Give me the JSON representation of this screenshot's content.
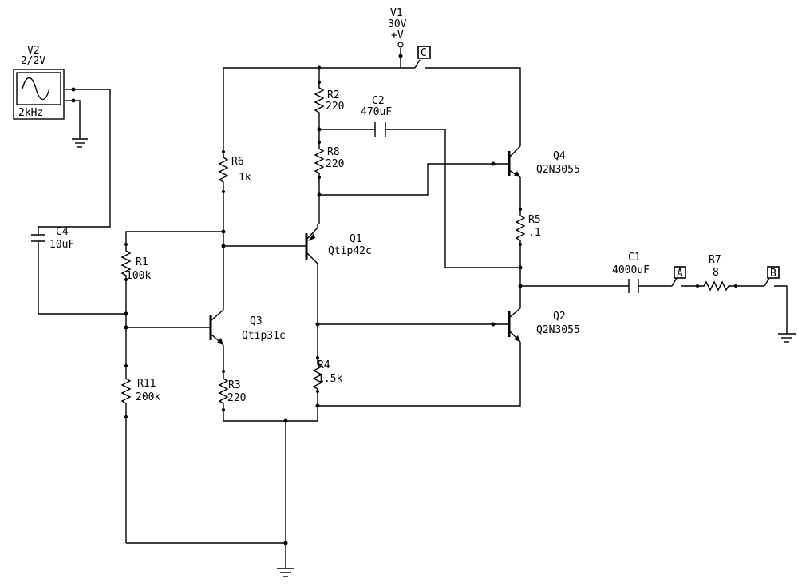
{
  "components": {
    "v1": {
      "ref": "V1",
      "value": "30V",
      "node": "+V"
    },
    "v2": {
      "ref": "V2",
      "value": "-2/2V",
      "freq": "2kHz"
    },
    "r1": {
      "ref": "R1",
      "value": "100k"
    },
    "r2": {
      "ref": "R2",
      "value": "220"
    },
    "r3": {
      "ref": "R3",
      "value": "220"
    },
    "r4": {
      "ref": "R4",
      "value": "1.5k"
    },
    "r5": {
      "ref": "R5",
      "value": ".1"
    },
    "r6": {
      "ref": "R6",
      "value": "1k"
    },
    "r7": {
      "ref": "R7",
      "value": "8"
    },
    "r8": {
      "ref": "R8",
      "value": "220"
    },
    "r11": {
      "ref": "R11",
      "value": "200k"
    },
    "c1": {
      "ref": "C1",
      "value": "4000uF"
    },
    "c2": {
      "ref": "C2",
      "value": "470uF"
    },
    "c4": {
      "ref": "C4",
      "value": "10uF"
    },
    "q1": {
      "ref": "Q1",
      "value": "Qtip42c"
    },
    "q2": {
      "ref": "Q2",
      "value": "Q2N3055"
    },
    "q3": {
      "ref": "Q3",
      "value": "Qtip31c"
    },
    "q4": {
      "ref": "Q4",
      "value": "Q2N3055"
    }
  },
  "probes": {
    "a": "A",
    "b": "B",
    "c": "C"
  }
}
